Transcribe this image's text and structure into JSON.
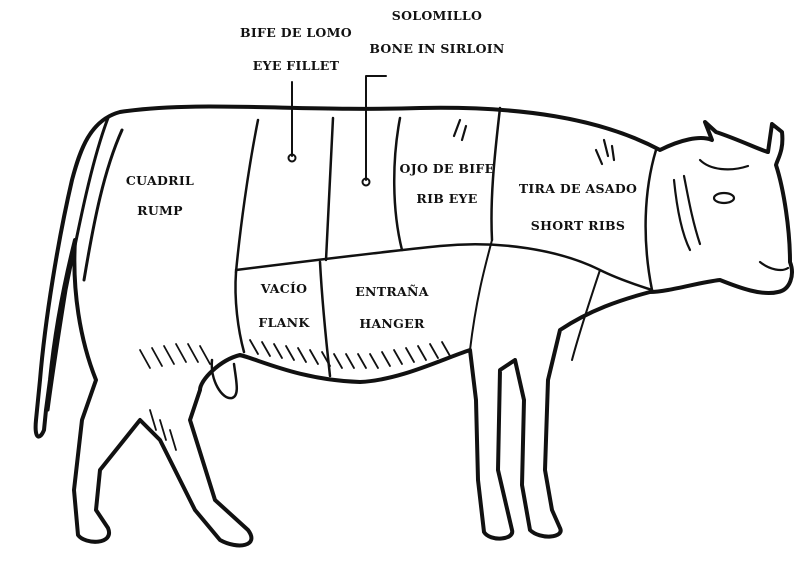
{
  "cuts": [
    {
      "id": "rump",
      "lines": [
        "CUADRIL",
        "RUMP"
      ]
    },
    {
      "id": "eye-fillet",
      "lines": [
        "BIFE DE LOMO",
        "EYE FILLET"
      ]
    },
    {
      "id": "bone-in-sirloin",
      "lines": [
        "SOLOMILLO",
        "BONE IN SIRLOIN"
      ]
    },
    {
      "id": "rib-eye",
      "lines": [
        "OJO DE BIFE",
        "RIB EYE"
      ]
    },
    {
      "id": "short-ribs",
      "lines": [
        "TIRA DE ASADO",
        "SHORT RIBS"
      ]
    },
    {
      "id": "flank",
      "lines": [
        "VACÍO",
        "FLANK"
      ]
    },
    {
      "id": "hanger",
      "lines": [
        "ENTRAÑA",
        "HANGER"
      ]
    }
  ],
  "colors": {
    "ink": "#111111",
    "paper": "#ffffff"
  }
}
